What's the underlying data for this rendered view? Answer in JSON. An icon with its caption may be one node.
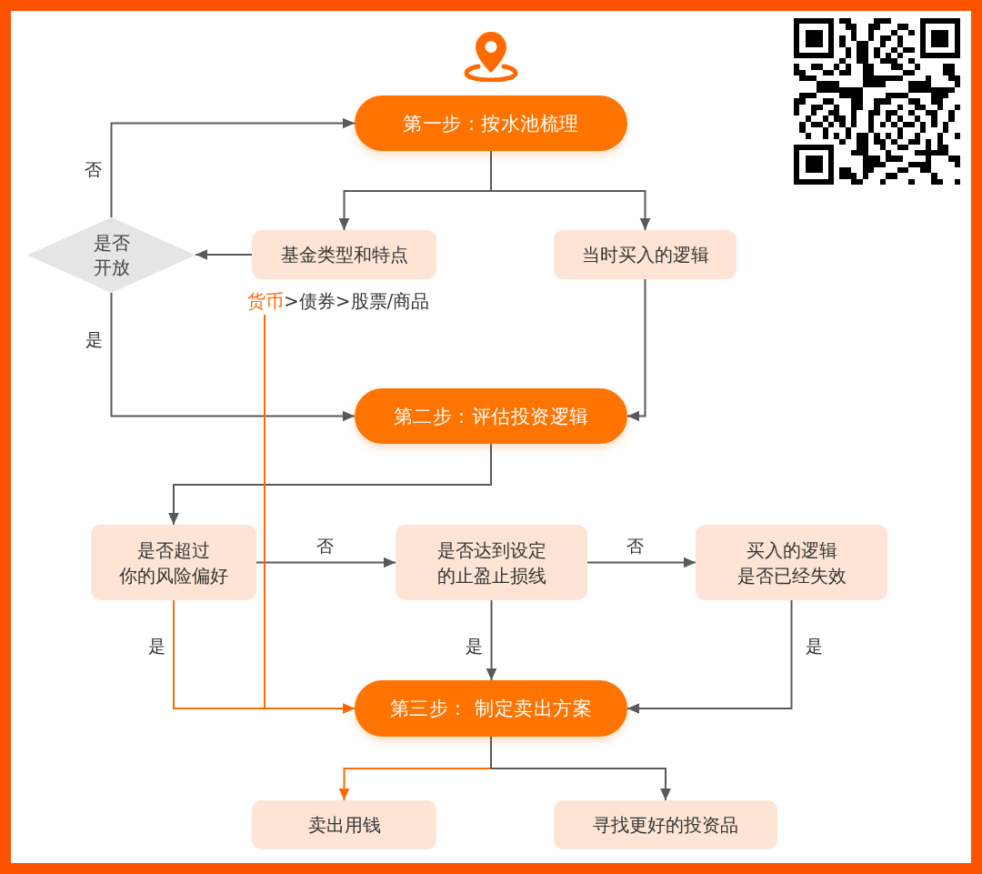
{
  "diagram": {
    "nodes": [
      {
        "text": [
          "第一步：按水池梳理"
        ]
      },
      {
        "text": [
          "是否开放"
        ]
      },
      {
        "text": [
          "基金类型和特点"
        ]
      },
      {
        "text": [
          "当时买入的逻辑"
        ]
      },
      {
        "text": [
          "货币",
          ">债券>股票/商品"
        ]
      },
      {
        "text": [
          "第二步：评估投资逻辑"
        ]
      },
      {
        "text": [
          "是否超过你的风险偏好"
        ]
      },
      {
        "text": [
          "是否达到设定的止盈止损线"
        ]
      },
      {
        "text": [
          "买入的逻辑是否已经失效"
        ]
      },
      {
        "text": [
          "第三步： 制定卖出方案"
        ]
      },
      {
        "text": [
          "卖出用钱"
        ]
      },
      {
        "text": [
          "寻找更好的投资品"
        ]
      }
    ],
    "edges": [
      {
        "from": 0,
        "to": 2,
        "arrow": "to"
      },
      {
        "from": 0,
        "to": 3,
        "arrow": "to"
      },
      {
        "from": 2,
        "to": 1,
        "arrow": "to"
      },
      {
        "from": 1,
        "to": 0,
        "arrow": "to",
        "label": "否"
      },
      {
        "from": 1,
        "to": 5,
        "arrow": "to",
        "label": "是"
      },
      {
        "from": 3,
        "to": 5,
        "arrow": "to"
      },
      {
        "from": 5,
        "to": 6,
        "arrow": "to"
      },
      {
        "from": 6,
        "to": 7,
        "arrow": "to",
        "label": "否"
      },
      {
        "from": 7,
        "to": 8,
        "arrow": "to",
        "label": "否"
      },
      {
        "from": 6,
        "to": 9,
        "arrow": "to",
        "label": "是",
        "color": "#ff6a00"
      },
      {
        "from": 4,
        "to": 9,
        "arrow": "to",
        "color": "#ff6a00"
      },
      {
        "from": 7,
        "to": 9,
        "arrow": "to",
        "label": "是"
      },
      {
        "from": 8,
        "to": 9,
        "arrow": "to",
        "label": "是"
      },
      {
        "from": 9,
        "to": 10,
        "arrow": "to",
        "color": "#ff6a00"
      },
      {
        "from": 9,
        "to": 11,
        "arrow": "to"
      }
    ]
  }
}
